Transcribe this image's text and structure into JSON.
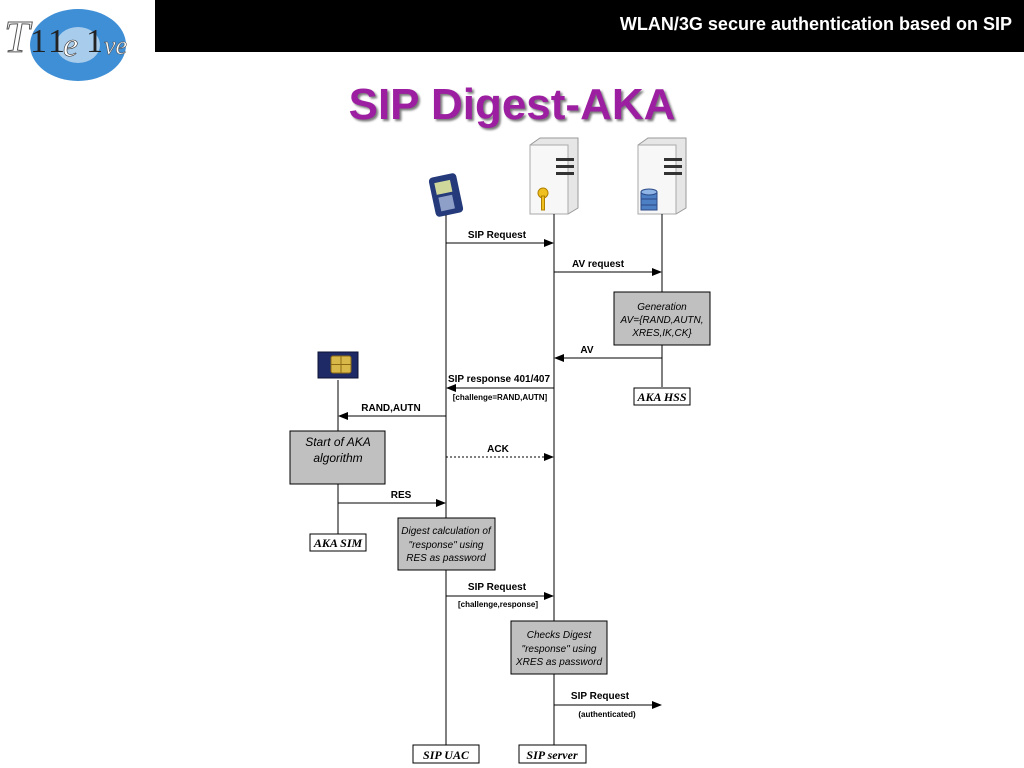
{
  "header": {
    "title": "WLAN/3G secure authentication based on SIP"
  },
  "logo": {
    "text": "Twelve",
    "letters": [
      "T",
      "1",
      "1",
      "e",
      "1",
      "ve"
    ]
  },
  "slide": {
    "title": "SIP Digest-AKA"
  },
  "entities": {
    "uac": "SIP UAC",
    "server": "SIP server",
    "hss": "AKA HSS",
    "sim": "AKA SIM"
  },
  "messages": {
    "m1": "SIP Request",
    "m2": "AV request",
    "m3": "AV",
    "m4": "SIP response 401/407",
    "m4_sub": "[challenge=RAND,AUTN]",
    "m5": "RAND,AUTN",
    "m6": "ACK",
    "m7": "RES",
    "m8": "SIP Request",
    "m8_sub": "[challenge,response]",
    "m9": "SIP Request",
    "m9_sub": "(authenticated)"
  },
  "boxes": {
    "generation": [
      "Generation",
      "AV={RAND,AUTN,",
      "XRES,IK,CK}"
    ],
    "start_aka": [
      "Start of AKA",
      "algorithm"
    ],
    "digest_calc": [
      "Digest calculation of",
      "\"response\" using",
      "RES as password"
    ],
    "checks_digest": [
      "Checks Digest",
      "\"response\" using",
      "XRES as password"
    ]
  },
  "colors": {
    "title": "#9b1fa0",
    "box_fill": "#c0c0c0",
    "header_bg": "#000000",
    "logo_blue": "#3f8fd6"
  },
  "icons": {
    "uac": "phone-icon",
    "server": "server-key-icon",
    "hss": "server-database-icon",
    "sim": "sim-card-icon"
  }
}
